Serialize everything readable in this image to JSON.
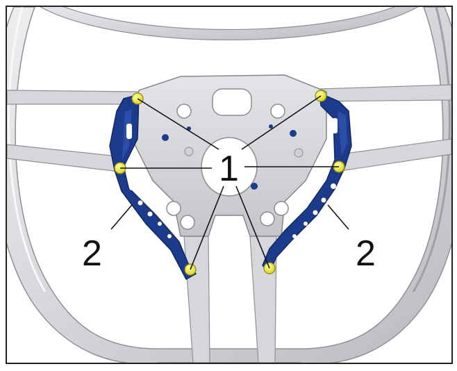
{
  "figure": {
    "callouts": {
      "part1": "1",
      "part2_left": "2",
      "part2_right": "2"
    },
    "colors": {
      "wheel": "#d9dadd",
      "wheel_shadow": "#a9abb0",
      "bracket": "#1d3b8c",
      "bracket_dark": "#13285e",
      "screw": "#f2ef3a",
      "leader": "#111111"
    }
  }
}
